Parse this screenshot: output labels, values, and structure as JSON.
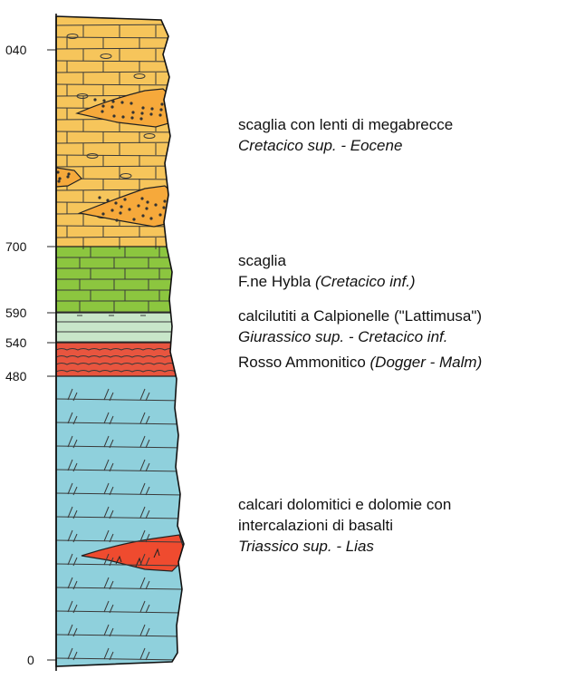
{
  "depth_scale": [
    {
      "label": "040",
      "value": "040"
    },
    {
      "label": "700",
      "value": "700"
    },
    {
      "label": "590",
      "value": "590"
    },
    {
      "label": "540",
      "value": "540"
    },
    {
      "label": "480",
      "value": "480"
    },
    {
      "label": "0",
      "value": "0"
    }
  ],
  "units": [
    {
      "name": "scaglia-megabrecce",
      "color": "#f6c55b",
      "lines": [
        {
          "parts": [
            {
              "text": "scaglia con lenti di megabrecce",
              "italic": false
            }
          ]
        },
        {
          "parts": [
            {
              "text": "Cretacico sup. - Eocene",
              "italic": true
            }
          ]
        }
      ]
    },
    {
      "name": "scaglia-hybla",
      "color": "#8cc63f",
      "lines": [
        {
          "parts": [
            {
              "text": "scaglia",
              "italic": false
            }
          ]
        },
        {
          "parts": [
            {
              "text": "F.ne Hybla ",
              "italic": false
            },
            {
              "text": "(Cretacico inf.)",
              "italic": true
            }
          ]
        }
      ]
    },
    {
      "name": "calcilutiti-lattimusa",
      "color": "#c8e6c9",
      "lines": [
        {
          "parts": [
            {
              "text": "calcilutiti a Calpionelle (\"Lattimusa\")",
              "italic": false
            }
          ]
        },
        {
          "parts": [
            {
              "text": "Giurassico sup. - Cretacico inf.",
              "italic": true
            }
          ]
        }
      ]
    },
    {
      "name": "rosso-ammonitico",
      "color": "#e8553f",
      "lines": [
        {
          "parts": [
            {
              "text": "Rosso Ammonitico ",
              "italic": false
            },
            {
              "text": "(Dogger -  Malm)",
              "italic": true
            }
          ]
        }
      ]
    },
    {
      "name": "calcari-dolomitici",
      "color": "#8fd0dc",
      "lines": [
        {
          "parts": [
            {
              "text": "calcari dolomitici e dolomie con",
              "italic": false
            }
          ]
        },
        {
          "parts": [
            {
              "text": "intercalazioni di basalti",
              "italic": false
            }
          ]
        },
        {
          "parts": [
            {
              "text": "Triassico sup. - Lias",
              "italic": true
            }
          ]
        }
      ]
    }
  ],
  "basalt_color": "#ef4b2f",
  "breccia_color": "#f6a93b"
}
